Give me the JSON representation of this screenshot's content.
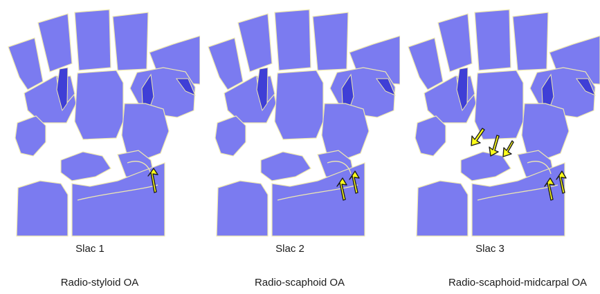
{
  "colors": {
    "bone": "#7b7bf0",
    "bone_dark": "#3f3fd6",
    "outline": "#efe9b0",
    "arrow": "#ffff1a",
    "arrow_edge": "#1e1e1e"
  },
  "panels": [
    {
      "stage": "Slac 1",
      "description": "Radio-styloid OA",
      "arrow_count": 1
    },
    {
      "stage": "Slac 2",
      "description": "Radio-scaphoid OA",
      "arrow_count": 2
    },
    {
      "stage": "Slac 3",
      "description": "Radio-scaphoid-midcarpal OA",
      "arrow_count": 5
    }
  ]
}
